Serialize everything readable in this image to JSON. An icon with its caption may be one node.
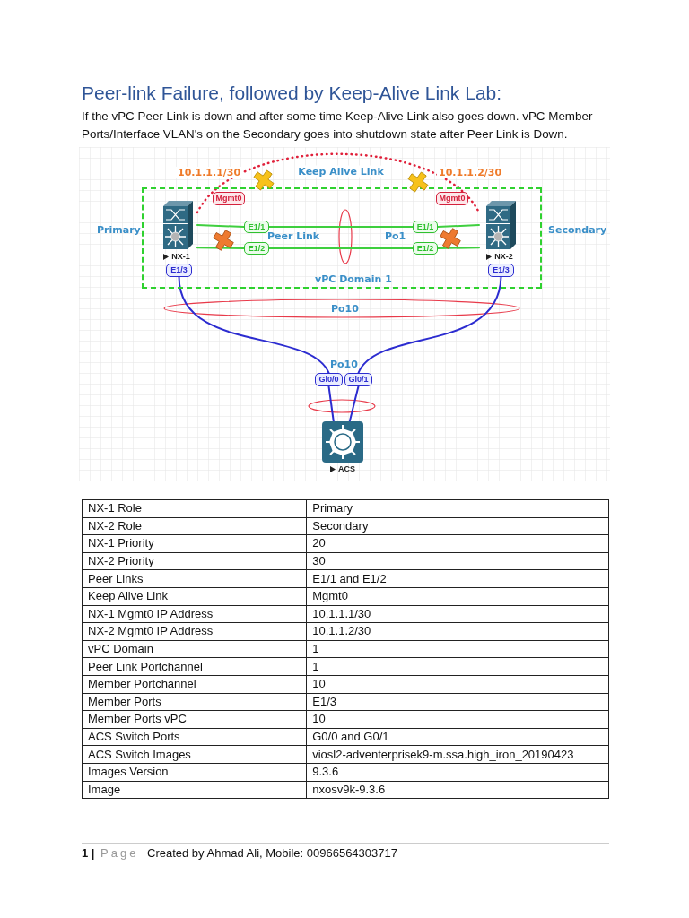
{
  "diagram": {
    "title": "Peer-link Failure, followed by Keep-Alive Link Lab:",
    "nodes": [
      {
        "text": [
          "vPC Domain 1"
        ]
      },
      {
        "text": [
          "NX-1"
        ],
        "in": 0
      },
      {
        "text": [
          "NX-2"
        ],
        "in": 0
      },
      {
        "text": [
          "Mgmt0"
        ],
        "in": 0
      },
      {
        "text": [
          "Mgmt0"
        ],
        "in": 0
      },
      {
        "text": [
          "E1/1"
        ],
        "in": 0
      },
      {
        "text": [
          "E1/2"
        ],
        "in": 0
      },
      {
        "text": [
          "E1/1"
        ],
        "in": 0
      },
      {
        "text": [
          "E1/2"
        ],
        "in": 0
      },
      {
        "text": [
          "E1/3"
        ],
        "in": 0
      },
      {
        "text": [
          "E1/3"
        ],
        "in": 0
      },
      {
        "text": [
          "ACS"
        ]
      },
      {
        "text": [
          "Gi0/0"
        ]
      },
      {
        "text": [
          "Gi0/1"
        ]
      }
    ],
    "edges": [
      {
        "from": 1,
        "to": 2,
        "arrow": "none",
        "label": "Keep Alive Link",
        "style": "dashed",
        "color": "#e0203a"
      },
      {
        "from": 1,
        "to": 5,
        "arrow": "none"
      },
      {
        "from": 5,
        "to": 7,
        "arrow": "none"
      },
      {
        "from": 7,
        "to": 2,
        "arrow": "none"
      },
      {
        "from": 1,
        "to": 6,
        "arrow": "none"
      },
      {
        "from": 6,
        "to": 8,
        "arrow": "none"
      },
      {
        "from": 8,
        "to": 2,
        "arrow": "none"
      },
      {
        "from": 9,
        "to": 12,
        "arrow": "none",
        "color": "#2c2cd0"
      },
      {
        "from": 10,
        "to": 13,
        "arrow": "none",
        "color": "#2c2cd0"
      },
      {
        "from": 12,
        "to": 11,
        "arrow": "none",
        "color": "#2c2cd0"
      },
      {
        "from": 13,
        "to": 11,
        "arrow": "none",
        "color": "#2c2cd0"
      }
    ],
    "labels": [
      "If the vPC Peer Link is down and after some time Keep-Alive Link also goes down. vPC Member Ports/Interface VLAN's on the Secondary goes into shutdown state after Peer Link is Down.",
      "10.1.1.1/30",
      "10.1.1.2/30",
      "Primary",
      "Peer Link",
      "Po1",
      "Secondary",
      "Po10",
      "Po10",
      "NX-1 Role",
      "Primary",
      "NX-2 Role",
      "Secondary",
      "NX-1 Priority",
      "20",
      "NX-2 Priority",
      "30",
      "Peer Links",
      "E1/1 and E1/2",
      "Keep Alive Link",
      "Mgmt0",
      "NX-1 Mgmt0 IP Address",
      "10.1.1.1/30",
      "NX-2 Mgmt0 IP Address",
      "10.1.1.2/30",
      "vPC Domain",
      "1",
      "Peer Link Portchannel",
      "1",
      "Member Portchannel",
      "10",
      "Member Ports",
      "E1/3",
      "Member Ports vPC",
      "10",
      "ACS Switch Ports",
      "G0/0 and G0/1",
      "ACS Switch Images",
      "viosl2-adventerprisek9-m.ssa.high_iron_20190423",
      "Images Version",
      "9.3.6",
      "Image",
      "nxosv9k-9.3.6",
      "1 |",
      "Page",
      "Created by Ahmad Ali, Mobile: 00966564303717"
    ]
  }
}
